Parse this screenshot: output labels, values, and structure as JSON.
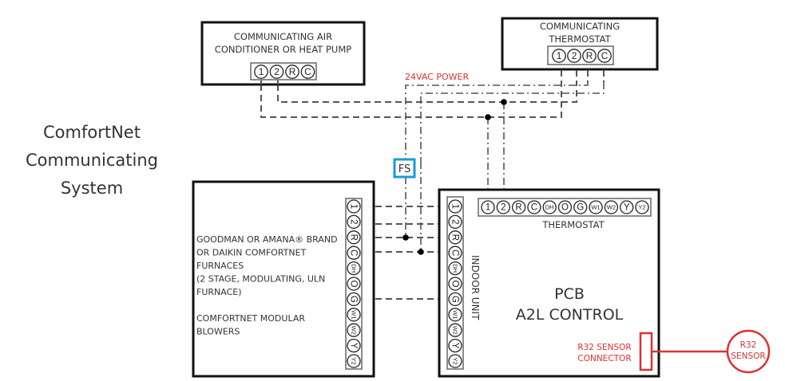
{
  "title": {
    "lines": [
      "ComfortNet",
      "Communicating",
      "System"
    ]
  },
  "outdoor_unit": {
    "label_lines": [
      "COMMUNICATING AIR",
      "CONDITIONER OR HEAT PUMP"
    ],
    "terminals": [
      "1",
      "2",
      "R",
      "C"
    ]
  },
  "thermostat": {
    "label_lines": [
      "COMMUNICATING",
      "THERMOSTAT"
    ],
    "terminals": [
      "1",
      "2",
      "R",
      "C"
    ]
  },
  "power_label": "24VAC POWER",
  "fs_label": "FS",
  "furnace": {
    "label_lines": [
      "GOODMAN OR AMANA® BRAND",
      "OR DAIKIN COMFORTNET",
      "FURNACES",
      "(2 STAGE, MODULATING, ULN",
      "FURNACE)",
      "",
      "COMFORTNET MODULAR",
      "BLOWERS"
    ],
    "terminals": [
      "1",
      "2",
      "R",
      "C",
      "DH",
      "O",
      "G",
      "W1",
      "W2",
      "Y",
      "Y2"
    ]
  },
  "pcb": {
    "title_lines": [
      "PCB",
      "A2L CONTROL"
    ],
    "indoor_unit_label": "INDOOR UNIT",
    "indoor_terminals": [
      "1",
      "2",
      "R",
      "C",
      "DH",
      "O",
      "G",
      "W1",
      "W2",
      "Y",
      "Y2"
    ],
    "thermostat_label": "THERMOSTAT",
    "thermostat_terminals": [
      "1",
      "2",
      "R",
      "C",
      "DH",
      "O",
      "G",
      "W1",
      "W2",
      "Y",
      "Y2"
    ],
    "sensor_connector_lines": [
      "R32 SENSOR",
      "CONNECTOR"
    ]
  },
  "sensor": {
    "label_lines": [
      "R32",
      "SENSOR"
    ]
  },
  "colors": {
    "accent_red": "#e03030",
    "fs_blue": "#1a9ad6",
    "wire_gray": "#555555"
  }
}
